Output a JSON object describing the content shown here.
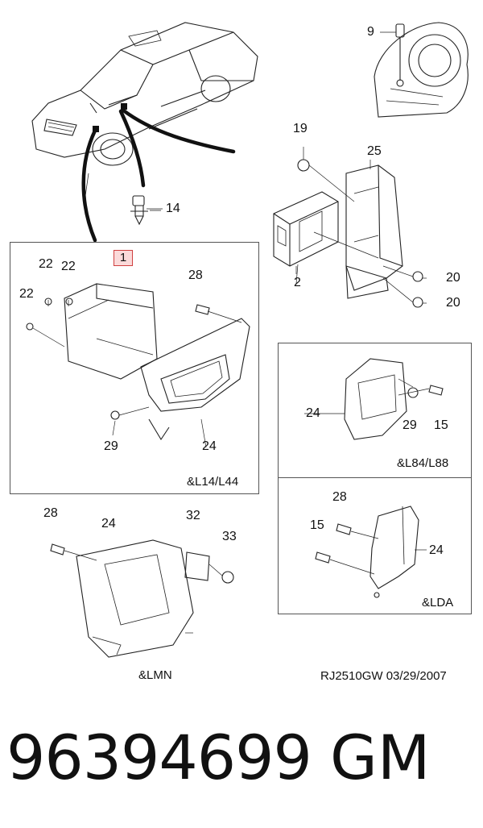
{
  "callouts": {
    "c9": "9",
    "c19": "19",
    "c25": "25",
    "c14": "14",
    "c2": "2",
    "c20a": "20",
    "c20b": "20",
    "c1": "1",
    "c22a": "22",
    "c22b": "22",
    "c22c": "22",
    "c28a": "28",
    "c29a": "29",
    "c24a": "24",
    "c24b": "24",
    "c29b": "29",
    "c15a": "15",
    "c28b": "28",
    "c24c": "24",
    "c32": "32",
    "c33": "33",
    "c28c": "28",
    "c15b": "15",
    "c24d": "24"
  },
  "variants": {
    "l14": "&L14/L44",
    "l84": "&L84/L88",
    "lda": "&LDA",
    "lmn": "&LMN"
  },
  "footer": {
    "code": "RJ2510GW  03/29/2007",
    "part_number": "96394699",
    "brand": "GM"
  }
}
